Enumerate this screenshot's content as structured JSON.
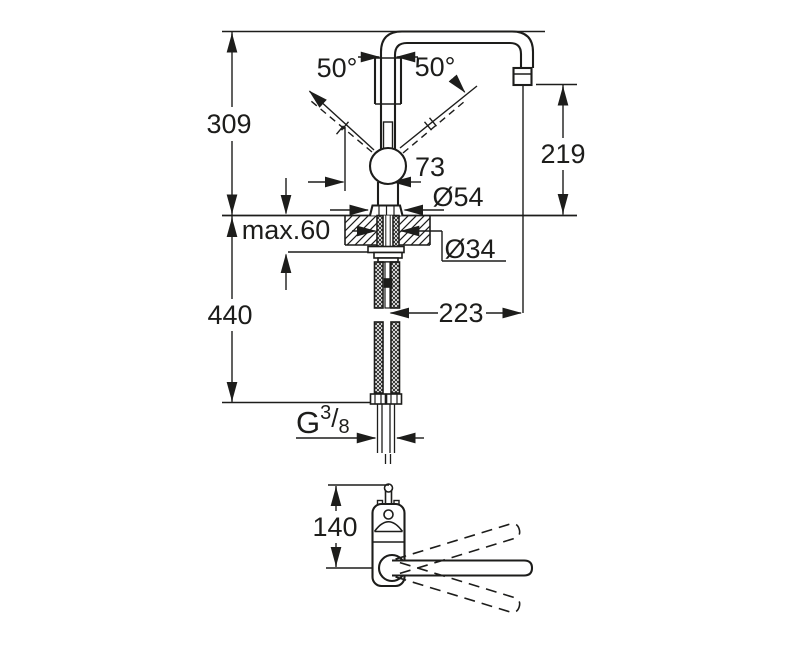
{
  "drawing": {
    "side_view": {
      "dim_height_above_deck": "309",
      "dim_outlet_height": "219",
      "dim_height_below_outlet": "440",
      "dim_spout_projection": "223",
      "dim_lever_offset": "73",
      "dim_counter_thickness": "max.60",
      "dim_escutcheon_diameter": "Ø54",
      "dim_shank_diameter": "Ø34",
      "dim_lever_angle_left": "50°",
      "dim_lever_angle_right": "50°",
      "thread": {
        "base": "G",
        "numerator": "3",
        "slash": "/",
        "denominator": "8"
      }
    },
    "top_view": {
      "dim_spout_to_lever_axis": "140"
    }
  },
  "colors": {
    "line": "#1d1d1b",
    "background": "#ffffff"
  }
}
